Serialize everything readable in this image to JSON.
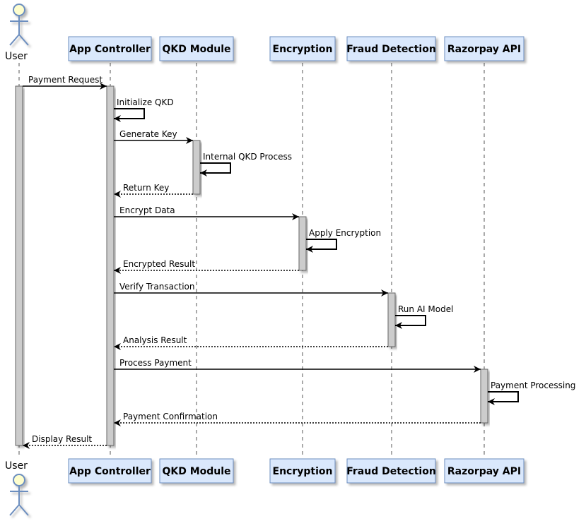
{
  "actor": {
    "name": "User",
    "name_bottom": "User",
    "icon": "stick-figure-actor-icon"
  },
  "participants": [
    {
      "id": "app",
      "name": "App Controller"
    },
    {
      "id": "qkd",
      "name": "QKD Module"
    },
    {
      "id": "enc",
      "name": "Encryption"
    },
    {
      "id": "fraud",
      "name": "Fraud Detection"
    },
    {
      "id": "razor",
      "name": "Razorpay API"
    }
  ],
  "messages": [
    {
      "from": "user",
      "to": "app",
      "label": "Payment Request",
      "style": "solid"
    },
    {
      "from": "app",
      "to": "app",
      "label": "Initialize QKD",
      "style": "self"
    },
    {
      "from": "app",
      "to": "qkd",
      "label": "Generate Key",
      "style": "solid"
    },
    {
      "from": "qkd",
      "to": "qkd",
      "label": "Internal QKD Process",
      "style": "self"
    },
    {
      "from": "qkd",
      "to": "app",
      "label": "Return Key",
      "style": "dotted"
    },
    {
      "from": "app",
      "to": "enc",
      "label": "Encrypt Data",
      "style": "solid"
    },
    {
      "from": "enc",
      "to": "enc",
      "label": "Apply Encryption",
      "style": "self"
    },
    {
      "from": "enc",
      "to": "app",
      "label": "Encrypted Result",
      "style": "dotted"
    },
    {
      "from": "app",
      "to": "fraud",
      "label": "Verify Transaction",
      "style": "solid"
    },
    {
      "from": "fraud",
      "to": "fraud",
      "label": "Run AI Model",
      "style": "self"
    },
    {
      "from": "fraud",
      "to": "app",
      "label": "Analysis Result",
      "style": "dotted"
    },
    {
      "from": "app",
      "to": "razor",
      "label": "Process Payment",
      "style": "solid"
    },
    {
      "from": "razor",
      "to": "razor",
      "label": "Payment Processing",
      "style": "self"
    },
    {
      "from": "razor",
      "to": "app",
      "label": "Payment Confirmation",
      "style": "dotted"
    },
    {
      "from": "app",
      "to": "user",
      "label": "Display Result",
      "style": "dotted"
    }
  ],
  "colors": {
    "participant_fill": "#DAE8FC",
    "participant_border": "#6C8EBF",
    "actor_fill": "#FEFECE",
    "actor_stroke": "#6C8EBF",
    "lifeline": "#555555",
    "activation_fill": "#CCCCCC",
    "activation_border": "#666666",
    "arrow": "#000000"
  }
}
